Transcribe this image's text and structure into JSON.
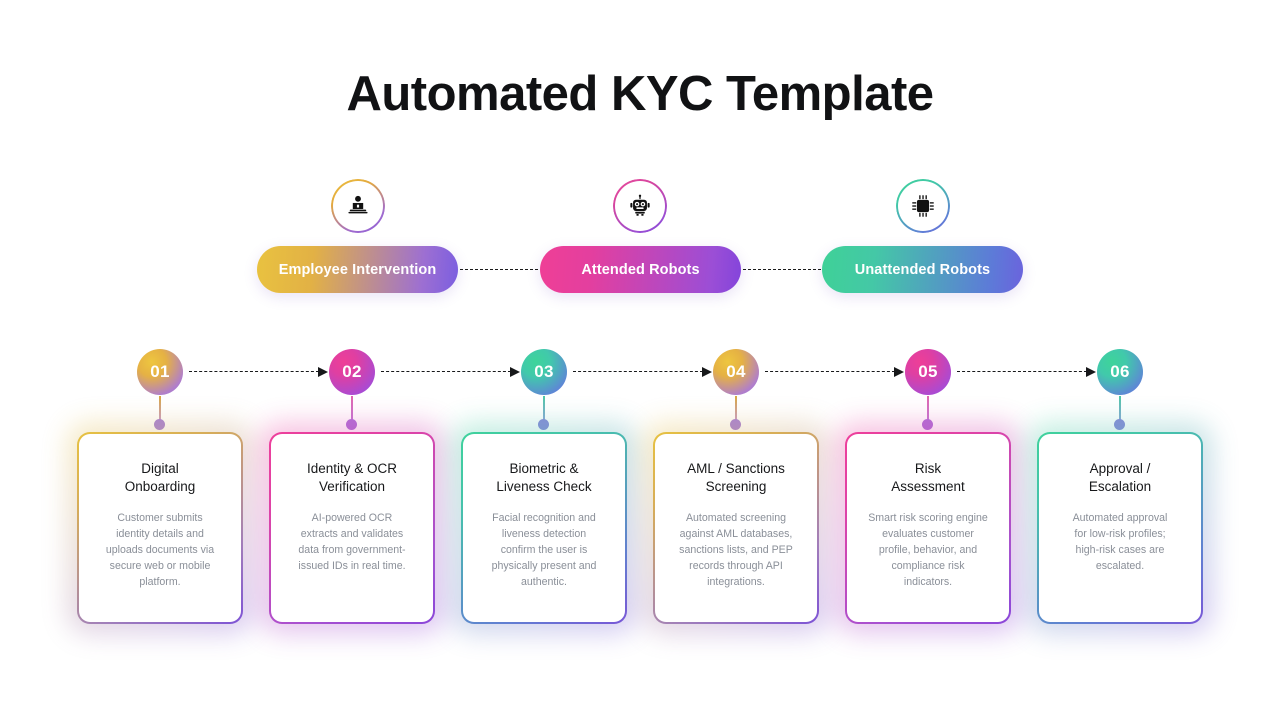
{
  "title": "Automated KYC Template",
  "roles": [
    {
      "label": "Employee Intervention",
      "icon": "person-at-laptop-icon"
    },
    {
      "label": "Attended Robots",
      "icon": "robot-icon"
    },
    {
      "label": "Unattended Robots",
      "icon": "cpu-chip-icon"
    }
  ],
  "steps": [
    {
      "number": "01",
      "title": "Digital\nOnboarding",
      "desc": "Customer submits\nidentity details and\nuploads documents via\nsecure web or mobile\nplatform."
    },
    {
      "number": "02",
      "title": "Identity & OCR\nVerification",
      "desc": "AI-powered OCR\nextracts and validates\ndata from government-\nissued IDs in real time."
    },
    {
      "number": "03",
      "title": "Biometric &\nLiveness Check",
      "desc": "Facial recognition and\nliveness detection\nconfirm the user is\nphysically present and\nauthentic."
    },
    {
      "number": "04",
      "title": "AML / Sanctions\nScreening",
      "desc": "Automated screening\nagainst AML databases,\nsanctions lists, and PEP\nrecords through API\nintegrations."
    },
    {
      "number": "05",
      "title": "Risk\nAssessment",
      "desc": "Smart risk scoring engine\nevaluates customer\nprofile, behavior, and\ncompliance risk\nindicators."
    },
    {
      "number": "06",
      "title": "Approval /\nEscalation",
      "desc": "Automated approval\nfor low-risk profiles;\nhigh-risk cases are\nescalated."
    }
  ],
  "colors": {
    "background": "#ffffff",
    "title_text": "#111214",
    "card_title_text": "#17181a",
    "card_desc_text": "#8a8f98",
    "connector": "#17181a",
    "gradient_1_start": "#e8c33f",
    "gradient_1_end": "#7c52d8",
    "gradient_2_start": "#ef3f9a",
    "gradient_2_end": "#8a47da",
    "gradient_3_start": "#3ed49b",
    "gradient_3_end": "#7a55d8"
  }
}
